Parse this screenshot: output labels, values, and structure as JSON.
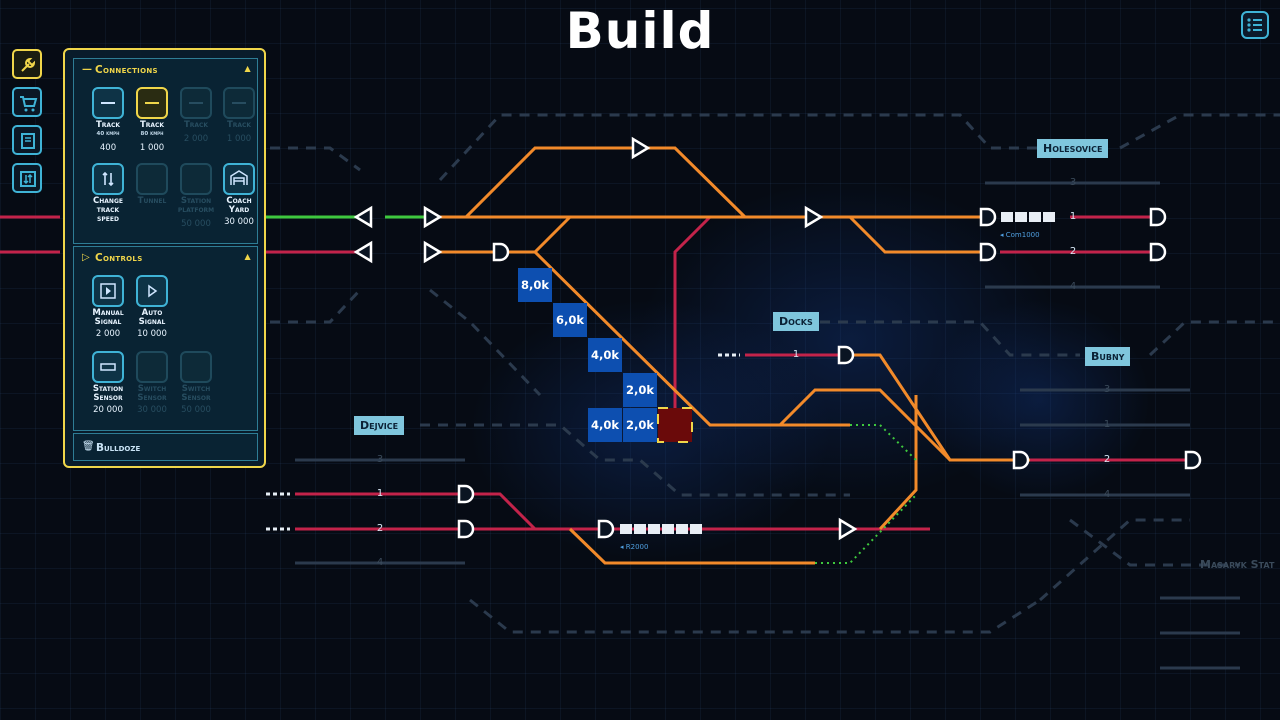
{
  "title": "Build",
  "colors": {
    "accent_yellow": "#f0d64a",
    "accent_cyan": "#3fb3d6",
    "track_orange": "#f28a2a",
    "track_red": "#d22a4a",
    "track_green": "#3ec83e",
    "cost_blue": "#0d4fb0"
  },
  "top_right": {
    "menu_icon": "list-icon"
  },
  "toolbar": [
    {
      "icon": "wrench-icon",
      "active": true
    },
    {
      "icon": "cart-icon",
      "active": false
    },
    {
      "icon": "book-icon",
      "active": false
    },
    {
      "icon": "swap-icon",
      "active": false
    }
  ],
  "panel": {
    "connections": {
      "header": "Connections",
      "items": [
        {
          "name": "Track",
          "sub": "40 kmph",
          "cost": "400"
        },
        {
          "name": "Track",
          "sub": "80 kmph",
          "cost": "1 000"
        },
        {
          "name": "Track",
          "sub": "",
          "cost": "2 000"
        },
        {
          "name": "Track",
          "sub": "",
          "cost": "1 000"
        },
        {
          "name": "Change track speed",
          "sub": "",
          "cost": ""
        },
        {
          "name": "Tunnel",
          "sub": "",
          "cost": ""
        },
        {
          "name": "Station platform",
          "sub": "",
          "cost": "50 000"
        },
        {
          "name": "Coach Yard",
          "sub": "",
          "cost": "30 000"
        }
      ]
    },
    "controls": {
      "header": "Controls",
      "items": [
        {
          "name": "Manual Signal",
          "cost": "2 000"
        },
        {
          "name": "Auto Signal",
          "cost": "10 000"
        },
        {
          "name": "Station Sensor",
          "cost": "20 000"
        },
        {
          "name": "Switch Sensor",
          "cost": "30 000"
        },
        {
          "name": "Switch Sensor",
          "cost": "50 000"
        }
      ]
    },
    "bulldoze": "Bulldoze"
  },
  "stations": {
    "holesovice": "Holesovice",
    "docks": "Docks",
    "bubny": "Bubny",
    "dejvice": "Dejvice",
    "masaryk": "Masaryk Stat"
  },
  "costs": [
    "8,0k",
    "6,0k",
    "4,0k",
    "2,0k",
    "4,0k",
    "2,0k"
  ],
  "platforms": {
    "holesovice": [
      "3",
      "1",
      "2",
      "4"
    ],
    "docks": [
      "1"
    ],
    "bubny": [
      "3",
      "1",
      "2",
      "4"
    ],
    "dejvice": [
      "3",
      "1",
      "2",
      "4"
    ]
  },
  "trains": [
    "Com1000",
    "R2000"
  ]
}
